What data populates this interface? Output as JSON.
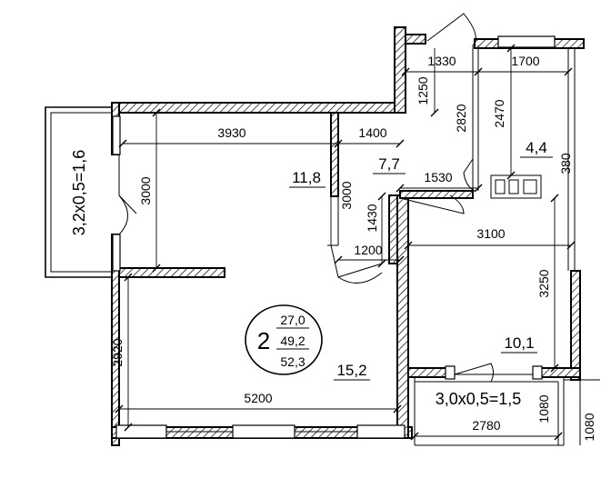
{
  "apartment": {
    "rooms_count": "2",
    "living_area": "27,0",
    "total_area": "49,2",
    "area_with_balcony": "52,3"
  },
  "rooms": {
    "room_1_area": "11,8",
    "room_2_area": "15,2",
    "hall_area": "7,7",
    "bath_area": "4,4",
    "kitchen_area": "10,1"
  },
  "balconies": {
    "left_label": "3,2x0,5=1,6",
    "right_label": "3,0x0,5=1,5"
  },
  "dimensions": {
    "d3930": "3930",
    "d1400": "1400",
    "d3000_a": "3000",
    "d3000_b": "3000",
    "d1430": "1430",
    "d1200": "1200",
    "d1530": "1530",
    "d1330": "1330",
    "d1700": "1700",
    "d1250": "1250",
    "d2820": "2820",
    "d2470": "2470",
    "d380": "380",
    "d3100": "3100",
    "d3250": "3250",
    "d2920": "2920",
    "d5200": "5200",
    "d2780": "2780",
    "d1080_a": "1080",
    "d1080_b": "1080"
  }
}
